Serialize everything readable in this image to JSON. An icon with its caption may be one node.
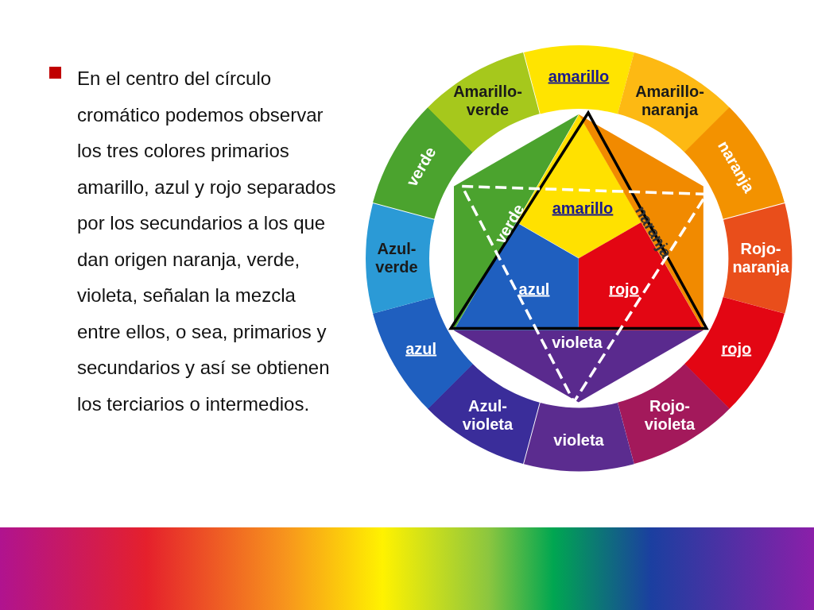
{
  "diagram": {
    "nodes": [
      {
        "text": [
          "amarillo"
        ]
      },
      {
        "text": [
          "Amarillo- naranja"
        ]
      },
      {
        "text": [
          "naranja"
        ]
      },
      {
        "text": [
          "Rojo- naranja"
        ]
      },
      {
        "text": [
          "rojo"
        ]
      },
      {
        "text": [
          "Rojo- violeta"
        ]
      },
      {
        "text": [
          "violeta"
        ]
      },
      {
        "text": [
          "Azul- violeta"
        ]
      },
      {
        "text": [
          "azul"
        ]
      },
      {
        "text": [
          "Azul- verde"
        ]
      },
      {
        "text": [
          "verde"
        ]
      },
      {
        "text": [
          "Amarillo- verde"
        ]
      },
      {
        "text": [
          "amarillo"
        ]
      },
      {
        "text": [
          "naranja"
        ]
      },
      {
        "text": [
          "rojo"
        ]
      },
      {
        "text": [
          "violeta"
        ]
      },
      {
        "text": [
          "azul"
        ]
      },
      {
        "text": [
          "verde"
        ]
      },
      {
        "text": [],
        "shape": "bar"
      }
    ],
    "edges": [],
    "labels": [
      "En el centro del círculo cromático podemos observar los tres colores primarios amarillo, azul y rojo separados por los secundarios a los que dan origen naranja, verde, violeta, señalan la mezcla entre ellos, o sea, primarios y secundarios y así se obtienen los terciarios o intermedios."
    ]
  }
}
